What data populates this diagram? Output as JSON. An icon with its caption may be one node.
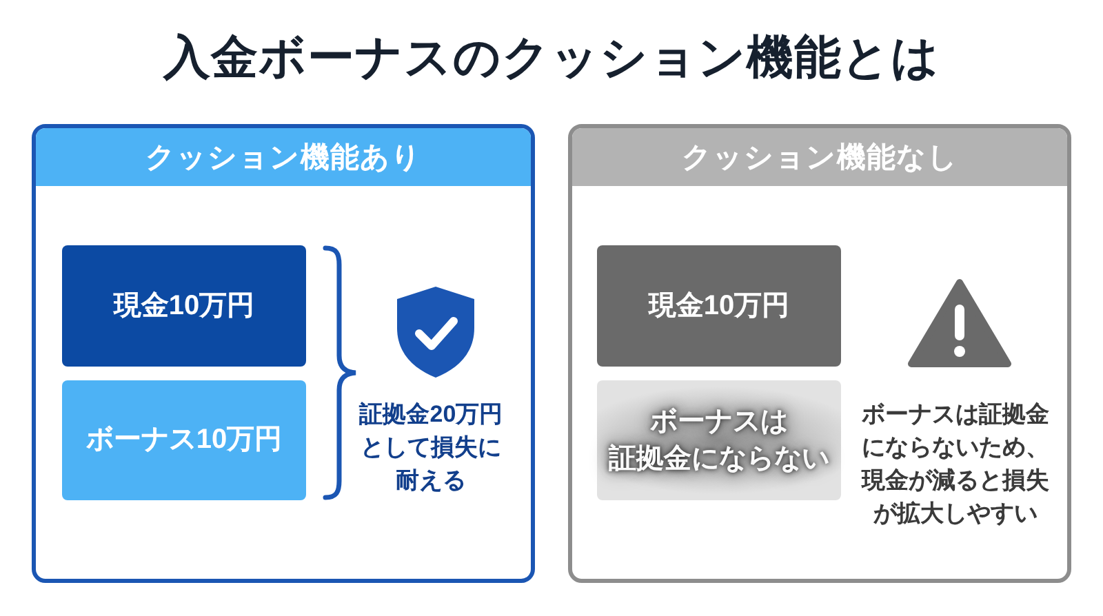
{
  "diagram": {
    "title": "入金ボーナスのクッション機能とは",
    "nodes": [
      {
        "text": [
          "クッション機能あり"
        ]
      },
      {
        "text": [
          "現金10万円"
        ],
        "in": 0
      },
      {
        "text": [
          "ボーナス10万円"
        ],
        "in": 0
      },
      {
        "text": [
          "クッション機能なし"
        ]
      },
      {
        "text": [
          "現金10万円"
        ],
        "in": 3
      },
      {
        "text": [
          "ボーナスは証拠金にならない"
        ],
        "in": 3
      }
    ],
    "labels": [
      "証拠金20万円として損失に耐える",
      "ボーナスは証拠金にならないため、現金が減ると損失が拡大しやすい"
    ]
  }
}
